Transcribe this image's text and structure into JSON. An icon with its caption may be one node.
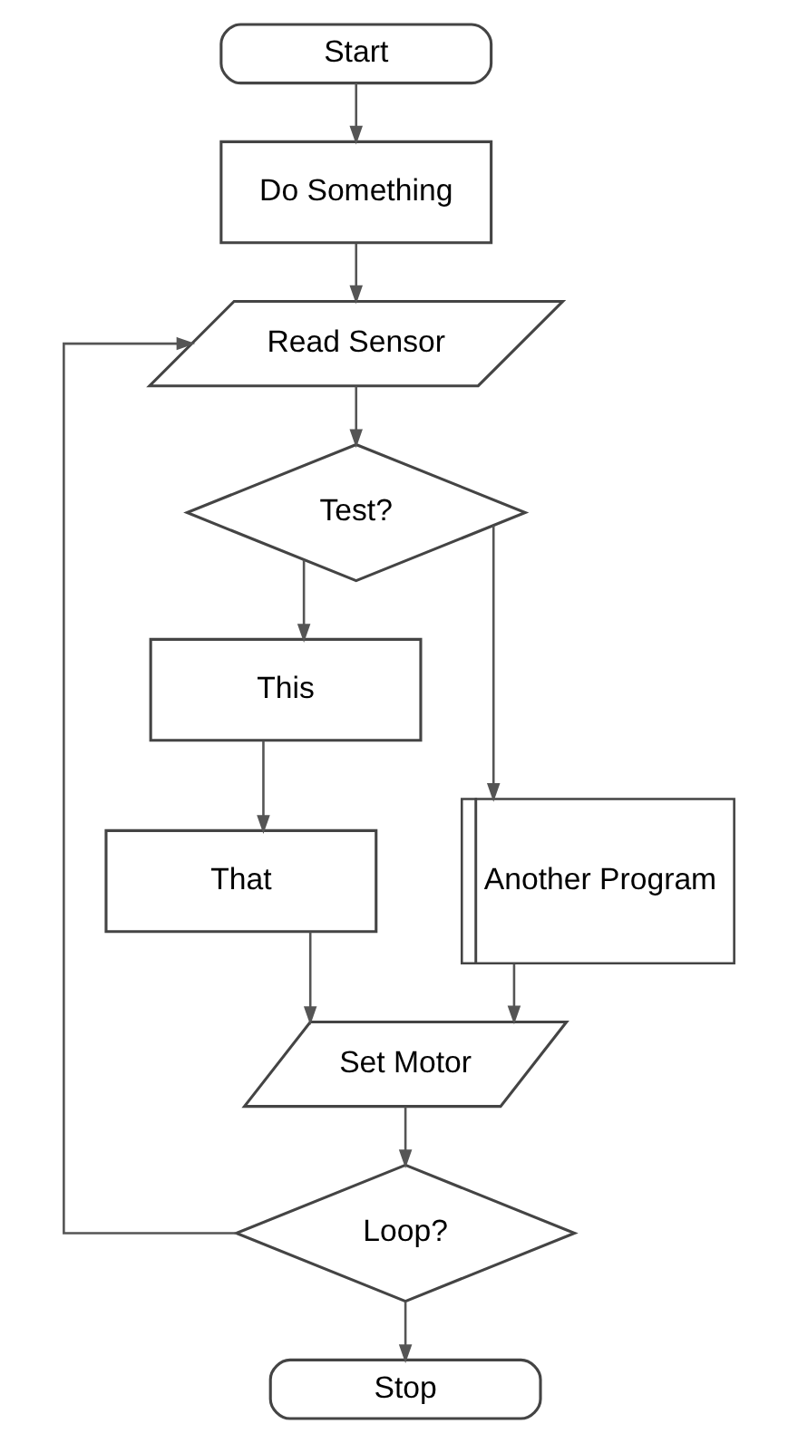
{
  "diagram": {
    "nodes": [
      {
        "text": [
          "Start"
        ]
      },
      {
        "text": [
          "Do Something"
        ]
      },
      {
        "text": [
          "Read Sensor"
        ]
      },
      {
        "text": [
          "Test?"
        ]
      },
      {
        "text": [
          "This"
        ]
      },
      {
        "text": [
          "Another Program"
        ]
      },
      {
        "text": [
          "That"
        ]
      },
      {
        "text": [
          "Set Motor"
        ]
      },
      {
        "text": [
          "Loop?"
        ]
      },
      {
        "text": [
          "Stop"
        ]
      }
    ],
    "edges": [
      {
        "from": 0,
        "to": 1,
        "arrow": "to"
      },
      {
        "from": 1,
        "to": 2,
        "arrow": "to"
      },
      {
        "from": 2,
        "to": 3,
        "arrow": "to"
      },
      {
        "from": 3,
        "to": 4,
        "arrow": "to"
      },
      {
        "from": 3,
        "to": 5,
        "arrow": "to"
      },
      {
        "from": 4,
        "to": 6,
        "arrow": "to"
      },
      {
        "from": 6,
        "to": 7,
        "arrow": "to"
      },
      {
        "from": 5,
        "to": 7,
        "arrow": "to"
      },
      {
        "from": 7,
        "to": 8,
        "arrow": "to"
      },
      {
        "from": 8,
        "to": 2,
        "arrow": "to"
      },
      {
        "from": 8,
        "to": 9,
        "arrow": "to"
      }
    ]
  }
}
